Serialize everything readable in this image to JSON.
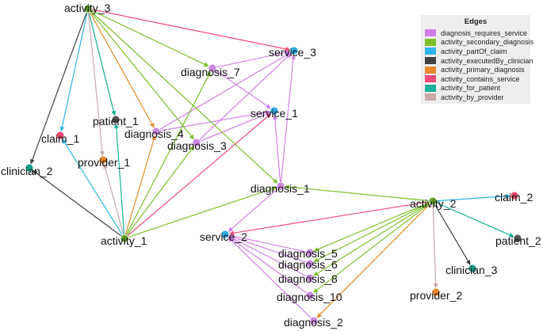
{
  "legend": {
    "title": "Edges",
    "items": [
      {
        "label": "diagnosis_requires_service",
        "color": "#d17fe8"
      },
      {
        "label": "activity_secondary_diagnosis",
        "color": "#7cbf2a"
      },
      {
        "label": "activity_partOf_claim",
        "color": "#2cb5e6"
      },
      {
        "label": "activity_executedBy_clinician",
        "color": "#404040"
      },
      {
        "label": "activity_primary_diagnosis",
        "color": "#e8892a"
      },
      {
        "label": "activity_contains_service",
        "color": "#ee4a7a"
      },
      {
        "label": "activity_for_patient",
        "color": "#15b09a"
      },
      {
        "label": "activity_by_provider",
        "color": "#c9a8a8"
      }
    ]
  },
  "nodes": [
    {
      "id": "activity_3",
      "label": "activity_3",
      "color": "#6aa52a"
    },
    {
      "id": "activity_1",
      "label": "activity_1",
      "color": "#6aa52a"
    },
    {
      "id": "activity_2",
      "label": "activity_2",
      "color": "#6aa52a"
    },
    {
      "id": "service_3",
      "label": "service_3",
      "color": "#2ba8e0"
    },
    {
      "id": "service_1",
      "label": "service_1",
      "color": "#2ba8e0"
    },
    {
      "id": "service_2",
      "label": "service_2",
      "color": "#2ba8e0"
    },
    {
      "id": "diagnosis_7",
      "label": "diagnosis_7",
      "color": "#c98ae0"
    },
    {
      "id": "diagnosis_4",
      "label": "diagnosis_4",
      "color": "#c98ae0"
    },
    {
      "id": "diagnosis_3",
      "label": "diagnosis_3",
      "color": "#c98ae0"
    },
    {
      "id": "diagnosis_1",
      "label": "diagnosis_1",
      "color": "#c98ae0"
    },
    {
      "id": "diagnosis_5",
      "label": "diagnosis_5",
      "color": "#c98ae0"
    },
    {
      "id": "diagnosis_6",
      "label": "diagnosis_6",
      "color": "#c98ae0"
    },
    {
      "id": "diagnosis_8",
      "label": "diagnosis_8",
      "color": "#c98ae0"
    },
    {
      "id": "diagnosis_10",
      "label": "diagnosis_10",
      "color": "#c98ae0"
    },
    {
      "id": "diagnosis_2",
      "label": "diagnosis_2",
      "color": "#c98ae0"
    },
    {
      "id": "patient_1",
      "label": "patient_1",
      "color": "#555555"
    },
    {
      "id": "patient_2",
      "label": "patient_2",
      "color": "#555555"
    },
    {
      "id": "claim_1",
      "label": "claim_1",
      "color": "#e84a70"
    },
    {
      "id": "claim_2",
      "label": "claim_2",
      "color": "#e84a70"
    },
    {
      "id": "provider_1",
      "label": "provider_1",
      "color": "#e8892a"
    },
    {
      "id": "provider_2",
      "label": "provider_2",
      "color": "#e8892a"
    },
    {
      "id": "clinician_2",
      "label": "clinician_2",
      "color": "#15a08a"
    },
    {
      "id": "clinician_3",
      "label": "clinician_3",
      "color": "#15a08a"
    }
  ],
  "edges": [
    {
      "from": "diagnosis_7",
      "to": "service_3",
      "type": "diagnosis_requires_service"
    },
    {
      "from": "diagnosis_7",
      "to": "service_1",
      "type": "diagnosis_requires_service"
    },
    {
      "from": "diagnosis_4",
      "to": "service_3",
      "type": "diagnosis_requires_service"
    },
    {
      "from": "diagnosis_4",
      "to": "service_1",
      "type": "diagnosis_requires_service"
    },
    {
      "from": "diagnosis_3",
      "to": "service_3",
      "type": "diagnosis_requires_service"
    },
    {
      "from": "diagnosis_3",
      "to": "service_1",
      "type": "diagnosis_requires_service"
    },
    {
      "from": "diagnosis_1",
      "to": "service_3",
      "type": "diagnosis_requires_service"
    },
    {
      "from": "diagnosis_1",
      "to": "service_1",
      "type": "diagnosis_requires_service"
    },
    {
      "from": "diagnosis_1",
      "to": "service_2",
      "type": "diagnosis_requires_service"
    },
    {
      "from": "diagnosis_5",
      "to": "service_2",
      "type": "diagnosis_requires_service"
    },
    {
      "from": "diagnosis_6",
      "to": "service_2",
      "type": "diagnosis_requires_service"
    },
    {
      "from": "diagnosis_8",
      "to": "service_2",
      "type": "diagnosis_requires_service"
    },
    {
      "from": "diagnosis_10",
      "to": "service_2",
      "type": "diagnosis_requires_service"
    },
    {
      "from": "diagnosis_2",
      "to": "service_2",
      "type": "diagnosis_requires_service"
    },
    {
      "from": "activity_3",
      "to": "diagnosis_7",
      "type": "activity_secondary_diagnosis"
    },
    {
      "from": "activity_3",
      "to": "diagnosis_3",
      "type": "activity_secondary_diagnosis"
    },
    {
      "from": "activity_3",
      "to": "diagnosis_1",
      "type": "activity_secondary_diagnosis"
    },
    {
      "from": "activity_1",
      "to": "diagnosis_7",
      "type": "activity_secondary_diagnosis"
    },
    {
      "from": "activity_1",
      "to": "diagnosis_3",
      "type": "activity_secondary_diagnosis"
    },
    {
      "from": "activity_1",
      "to": "diagnosis_1",
      "type": "activity_secondary_diagnosis"
    },
    {
      "from": "activity_2",
      "to": "diagnosis_1",
      "type": "activity_secondary_diagnosis"
    },
    {
      "from": "activity_2",
      "to": "diagnosis_5",
      "type": "activity_secondary_diagnosis"
    },
    {
      "from": "activity_2",
      "to": "diagnosis_6",
      "type": "activity_secondary_diagnosis"
    },
    {
      "from": "activity_2",
      "to": "diagnosis_8",
      "type": "activity_secondary_diagnosis"
    },
    {
      "from": "activity_2",
      "to": "diagnosis_10",
      "type": "activity_secondary_diagnosis"
    },
    {
      "from": "activity_3",
      "to": "claim_1",
      "type": "activity_partOf_claim"
    },
    {
      "from": "activity_1",
      "to": "claim_1",
      "type": "activity_partOf_claim"
    },
    {
      "from": "activity_2",
      "to": "claim_2",
      "type": "activity_partOf_claim"
    },
    {
      "from": "activity_3",
      "to": "clinician_2",
      "type": "activity_executedBy_clinician"
    },
    {
      "from": "activity_1",
      "to": "clinician_2",
      "type": "activity_executedBy_clinician"
    },
    {
      "from": "activity_2",
      "to": "clinician_3",
      "type": "activity_executedBy_clinician"
    },
    {
      "from": "activity_3",
      "to": "diagnosis_4",
      "type": "activity_primary_diagnosis"
    },
    {
      "from": "activity_1",
      "to": "diagnosis_4",
      "type": "activity_primary_diagnosis"
    },
    {
      "from": "activity_2",
      "to": "diagnosis_2",
      "type": "activity_primary_diagnosis"
    },
    {
      "from": "activity_3",
      "to": "service_3",
      "type": "activity_contains_service"
    },
    {
      "from": "activity_1",
      "to": "service_1",
      "type": "activity_contains_service"
    },
    {
      "from": "activity_2",
      "to": "service_2",
      "type": "activity_contains_service"
    },
    {
      "from": "activity_3",
      "to": "patient_1",
      "type": "activity_for_patient"
    },
    {
      "from": "activity_1",
      "to": "patient_1",
      "type": "activity_for_patient"
    },
    {
      "from": "activity_2",
      "to": "patient_2",
      "type": "activity_for_patient"
    },
    {
      "from": "activity_3",
      "to": "provider_1",
      "type": "activity_by_provider"
    },
    {
      "from": "activity_1",
      "to": "provider_1",
      "type": "activity_by_provider"
    },
    {
      "from": "activity_2",
      "to": "provider_2",
      "type": "activity_by_provider"
    }
  ]
}
